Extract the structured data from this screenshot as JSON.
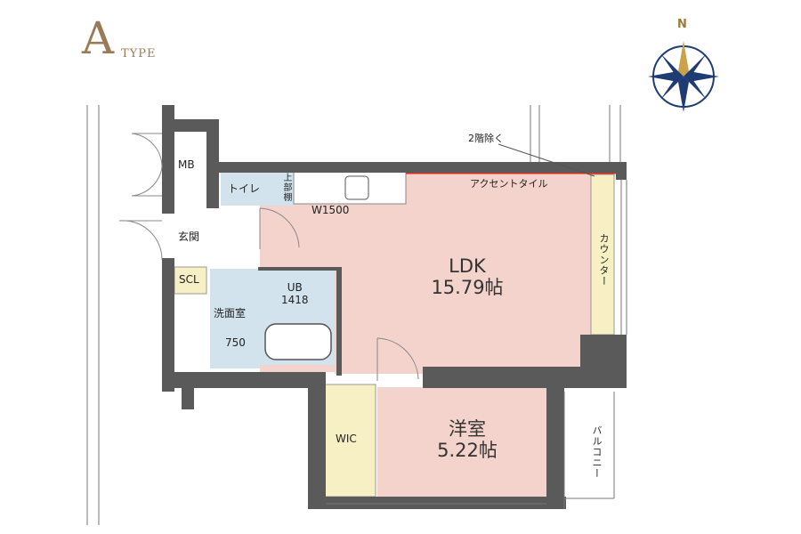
{
  "type_badge": {
    "letter": "A",
    "word": "TYPE"
  },
  "compass": {
    "north_label": "N",
    "colors": {
      "blue": "#1f3b73",
      "gold": "#c9a24a"
    }
  },
  "rooms": {
    "ldk": {
      "name": "LDK",
      "area": "15.79帖"
    },
    "western_room": {
      "name": "洋室",
      "area": "5.22帖"
    },
    "wic": "WIC",
    "toilet": "トイレ",
    "upper_shelf": "上部棚",
    "bath": {
      "name": "UB",
      "size": "1418"
    },
    "washroom": "洗面室",
    "entrance": "玄関",
    "scl": "SCL",
    "mb": "MB"
  },
  "fixtures": {
    "kitchen_width": "W1500",
    "wash_width": "750",
    "counter": "カウンター",
    "accent_tile": "アクセントタイル",
    "balcony": "バルコニー"
  },
  "notes": {
    "upper_floor": "2階除く"
  },
  "colors": {
    "wall": "#5a5a5a",
    "living_floor": "#f3d3cb",
    "wet_area": "#d3e3ee",
    "storage": "#f6f0c4",
    "accent_line": "#d52b1e"
  }
}
